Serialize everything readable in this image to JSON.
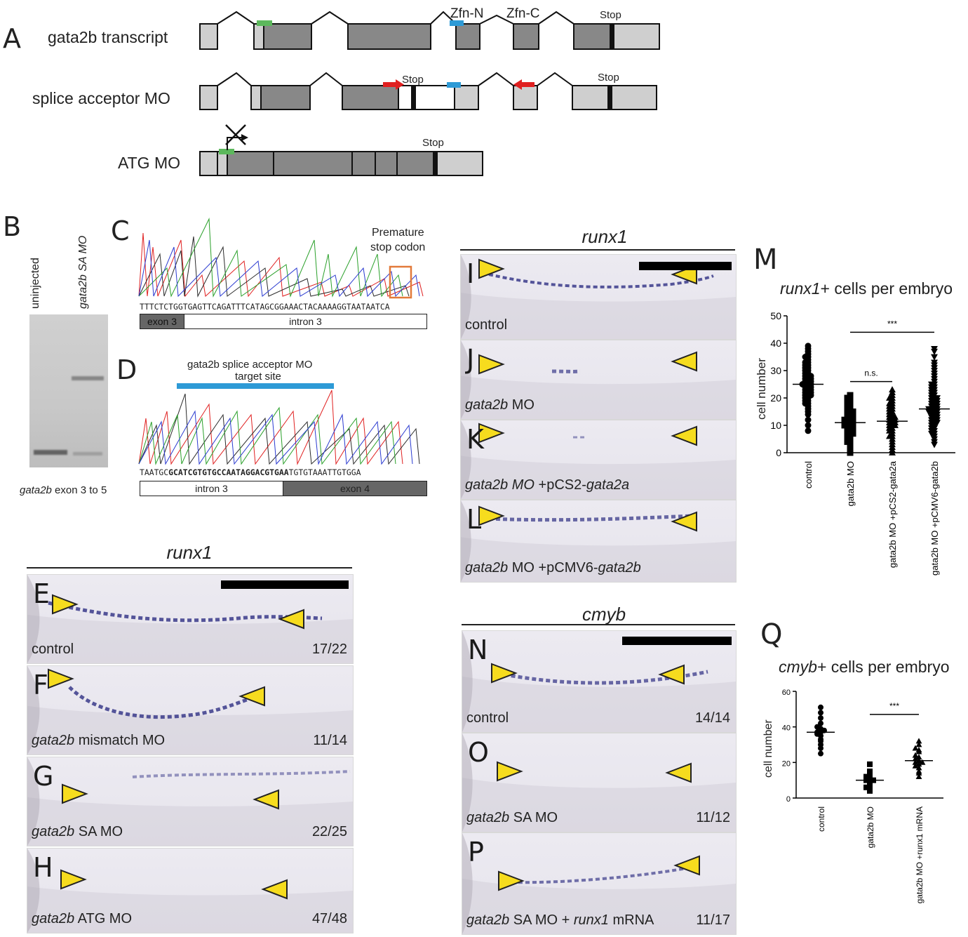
{
  "panelA": {
    "letter": "A",
    "row1_label": "gata2b transcript",
    "row2_label": "splice acceptor MO",
    "row3_label": "ATG MO",
    "zfn_n": "Zfn-N",
    "zfn_c": "Zfn-C",
    "stop": "Stop"
  },
  "panelB": {
    "letter": "B",
    "lane1": "uninjected",
    "lane2": "gata2b SA MO",
    "caption_gene": "gata2b",
    "caption_rest": " exon 3 to 5"
  },
  "panelC": {
    "letter": "C",
    "note_line1": "Premature",
    "note_line2": "stop codon",
    "sequence": "TTTCTCTGGTGAGTTCAGATTTCATAGCGGAAACTACAAAAGGTAATAATCA",
    "exon": "exon 3",
    "intron": "intron 3"
  },
  "panelD": {
    "letter": "D",
    "target_line1": "gata2b splice acceptor MO",
    "target_line2": "target site",
    "seq_pre": "TAATGC",
    "seq_bold": "GCATCGTGTGCCAATAGGACGTGAA",
    "seq_post": "TGTGTAAATTGTGGA",
    "intron": "intron 3",
    "exon": "exon 4"
  },
  "leftRunx": {
    "title": "runx1",
    "panels": [
      {
        "letter": "E",
        "cap_gene": "",
        "cap_rest": "control",
        "frac": "17/22"
      },
      {
        "letter": "F",
        "cap_gene": "gata2b",
        "cap_rest": " mismatch MO",
        "frac": "11/14"
      },
      {
        "letter": "G",
        "cap_gene": "gata2b",
        "cap_rest": " SA MO",
        "frac": "22/25"
      },
      {
        "letter": "H",
        "cap_gene": "gata2b",
        "cap_rest": " ATG MO",
        "frac": "47/48"
      }
    ]
  },
  "midRunx": {
    "title": "runx1",
    "panels": [
      {
        "letter": "I",
        "cap1": "control",
        "cap2": "",
        "cap3": ""
      },
      {
        "letter": "J",
        "cap1": "gata2b",
        "cap2": " MO",
        "cap3": ""
      },
      {
        "letter": "K",
        "cap1": "gata2b MO",
        "cap2": " +pCS2-",
        "cap3": "gata2a"
      },
      {
        "letter": "L",
        "cap1": "gata2b",
        "cap2": " MO +pCMV6-",
        "cap3": "gata2b"
      }
    ]
  },
  "cmyb": {
    "title": "cmyb",
    "panels": [
      {
        "letter": "N",
        "cap1": "control",
        "cap2": "",
        "cap3": "",
        "cap4": "",
        "frac": "14/14"
      },
      {
        "letter": "O",
        "cap1": "gata2b",
        "cap2": " SA MO",
        "cap3": "",
        "cap4": "",
        "frac": "11/12"
      },
      {
        "letter": "P",
        "cap1": "gata2b",
        "cap2": " SA MO + ",
        "cap3": "runx1",
        "cap4": " mRNA",
        "frac": "11/17"
      }
    ]
  },
  "panelM": {
    "letter": "M",
    "title_gene": "runx1",
    "title_rest": "+ cells per embryo",
    "ylabel": "cell number",
    "sig1": "***",
    "sig2": "n.s."
  },
  "panelQ": {
    "letter": "Q",
    "title_gene": "cmyb",
    "title_rest": "+ cells per embryo",
    "ylabel": "cell number",
    "sig1": "***"
  },
  "chart_data": [
    {
      "type": "scatter",
      "title": "runx1+ cells per embryo",
      "ylabel": "cell number",
      "ylim": [
        0,
        50
      ],
      "yticks": [
        0,
        10,
        20,
        30,
        40,
        50
      ],
      "categories": [
        "control",
        "gata2b MO",
        "gata2b MO +pCS2-gata2a",
        "gata2b MO +pCMV6-gata2b"
      ],
      "series": [
        {
          "name": "control",
          "marker": "circle",
          "mean": 25,
          "values": [
            8,
            10,
            12,
            14,
            15,
            16,
            17,
            18,
            18,
            19,
            19,
            20,
            20,
            21,
            21,
            21,
            22,
            22,
            22,
            23,
            23,
            23,
            24,
            24,
            24,
            25,
            25,
            25,
            25,
            26,
            26,
            26,
            27,
            27,
            27,
            28,
            28,
            28,
            29,
            29,
            30,
            30,
            31,
            31,
            32,
            32,
            33,
            33,
            34,
            35,
            35,
            36,
            37,
            38,
            39
          ]
        },
        {
          "name": "gata2b MO",
          "marker": "square",
          "mean": 11,
          "values": [
            0,
            1,
            2,
            3,
            4,
            4,
            5,
            5,
            6,
            6,
            7,
            7,
            7,
            8,
            8,
            8,
            9,
            9,
            9,
            10,
            10,
            10,
            10,
            11,
            11,
            11,
            11,
            12,
            12,
            12,
            12,
            13,
            13,
            13,
            14,
            14,
            14,
            15,
            15,
            15,
            16,
            16,
            17,
            17,
            18,
            18,
            19,
            19,
            20,
            20,
            21
          ]
        },
        {
          "name": "gata2b MO +pCS2-gata2a",
          "marker": "triangle-up",
          "mean": 11.5,
          "values": [
            0,
            1,
            2,
            3,
            4,
            5,
            6,
            6,
            7,
            8,
            8,
            9,
            9,
            10,
            10,
            10,
            11,
            11,
            11,
            12,
            12,
            12,
            13,
            13,
            13,
            14,
            14,
            15,
            15,
            16,
            16,
            17,
            17,
            18,
            18,
            19,
            20,
            20,
            21,
            22,
            23
          ]
        },
        {
          "name": "gata2b MO +pCMV6-gata2b",
          "marker": "triangle-down",
          "mean": 16,
          "values": [
            3,
            4,
            5,
            6,
            7,
            7,
            8,
            8,
            9,
            9,
            10,
            10,
            11,
            11,
            11,
            12,
            12,
            12,
            13,
            13,
            13,
            14,
            14,
            14,
            15,
            15,
            15,
            15,
            16,
            16,
            16,
            16,
            17,
            17,
            17,
            18,
            18,
            18,
            19,
            19,
            19,
            20,
            20,
            20,
            21,
            21,
            22,
            22,
            23,
            23,
            24,
            24,
            25,
            25,
            26,
            27,
            28,
            29,
            30,
            31,
            32,
            33,
            35,
            37,
            38
          ]
        }
      ],
      "annotations": [
        {
          "text": "***",
          "from": "gata2b MO",
          "to": "gata2b MO +pCMV6-gata2b",
          "y": 44
        },
        {
          "text": "n.s.",
          "from": "gata2b MO",
          "to": "gata2b MO +pCS2-gata2a",
          "y": 26
        }
      ]
    },
    {
      "type": "scatter",
      "title": "cmyb+ cells per embryo",
      "ylabel": "cell number",
      "ylim": [
        0,
        60
      ],
      "yticks": [
        0,
        20,
        40,
        60
      ],
      "categories": [
        "control",
        "gata2b MO",
        "gata2b MO +runx1 mRNA"
      ],
      "series": [
        {
          "name": "control",
          "marker": "circle",
          "mean": 37,
          "values": [
            25,
            28,
            30,
            32,
            33,
            35,
            36,
            37,
            37,
            38,
            39,
            40,
            42,
            45,
            48,
            51
          ]
        },
        {
          "name": "gata2b MO",
          "marker": "square",
          "mean": 10,
          "values": [
            4,
            5,
            6,
            8,
            9,
            10,
            10,
            11,
            12,
            13,
            15,
            19
          ]
        },
        {
          "name": "gata2b MO +runx1 mRNA",
          "marker": "triangle-up",
          "mean": 21,
          "values": [
            12,
            14,
            15,
            17,
            18,
            19,
            20,
            20,
            21,
            22,
            23,
            24,
            26,
            27,
            28,
            30,
            32
          ]
        }
      ],
      "annotations": [
        {
          "text": "***",
          "from": "gata2b MO",
          "to": "gata2b MO +runx1 mRNA",
          "y": 47
        }
      ]
    }
  ]
}
